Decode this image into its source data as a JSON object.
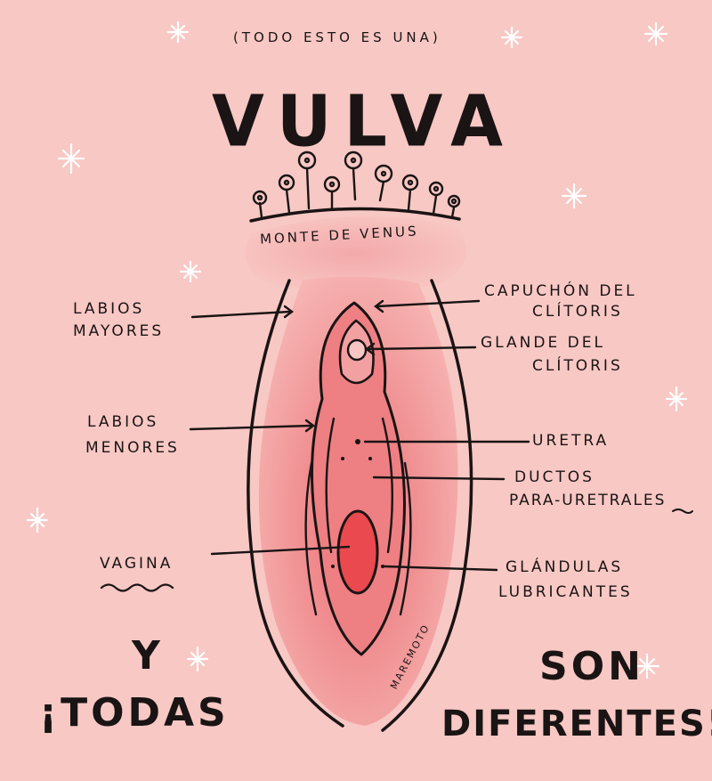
{
  "header": {
    "subtitle": "(TODO ESTO ES UNA)",
    "title": "VULVA"
  },
  "labels": {
    "monte": "MONTE DE VENUS",
    "labios_mayores_1": "LABIOS",
    "labios_mayores_2": "MAYORES",
    "labios_menores_1": "LABIOS",
    "labios_menores_2": "MENORES",
    "vagina": "VAGINA",
    "capuchon_1": "CAPUCHÓN DEL",
    "capuchon_2": "CLÍTORIS",
    "glande_1": "GLANDE DEL",
    "glande_2": "CLÍTORIS",
    "uretra": "URETRA",
    "ductos_1": "DUCTOS",
    "ductos_2": "PARA-URETRALES",
    "glandulas_1": "GLÁNDULAS",
    "glandulas_2": "LUBRICANTES"
  },
  "footer": {
    "y": "Y",
    "todas": "¡TODAS",
    "son": "SON",
    "diferentes": "DIFERENTES!",
    "credit": "MAREMOTO"
  },
  "colors": {
    "background": "#f8c8c4",
    "ink": "#1a1414",
    "vulva_outer": "#f19a9c",
    "vulva_inner": "#ec7a7e",
    "vagina": "#e9494f"
  }
}
